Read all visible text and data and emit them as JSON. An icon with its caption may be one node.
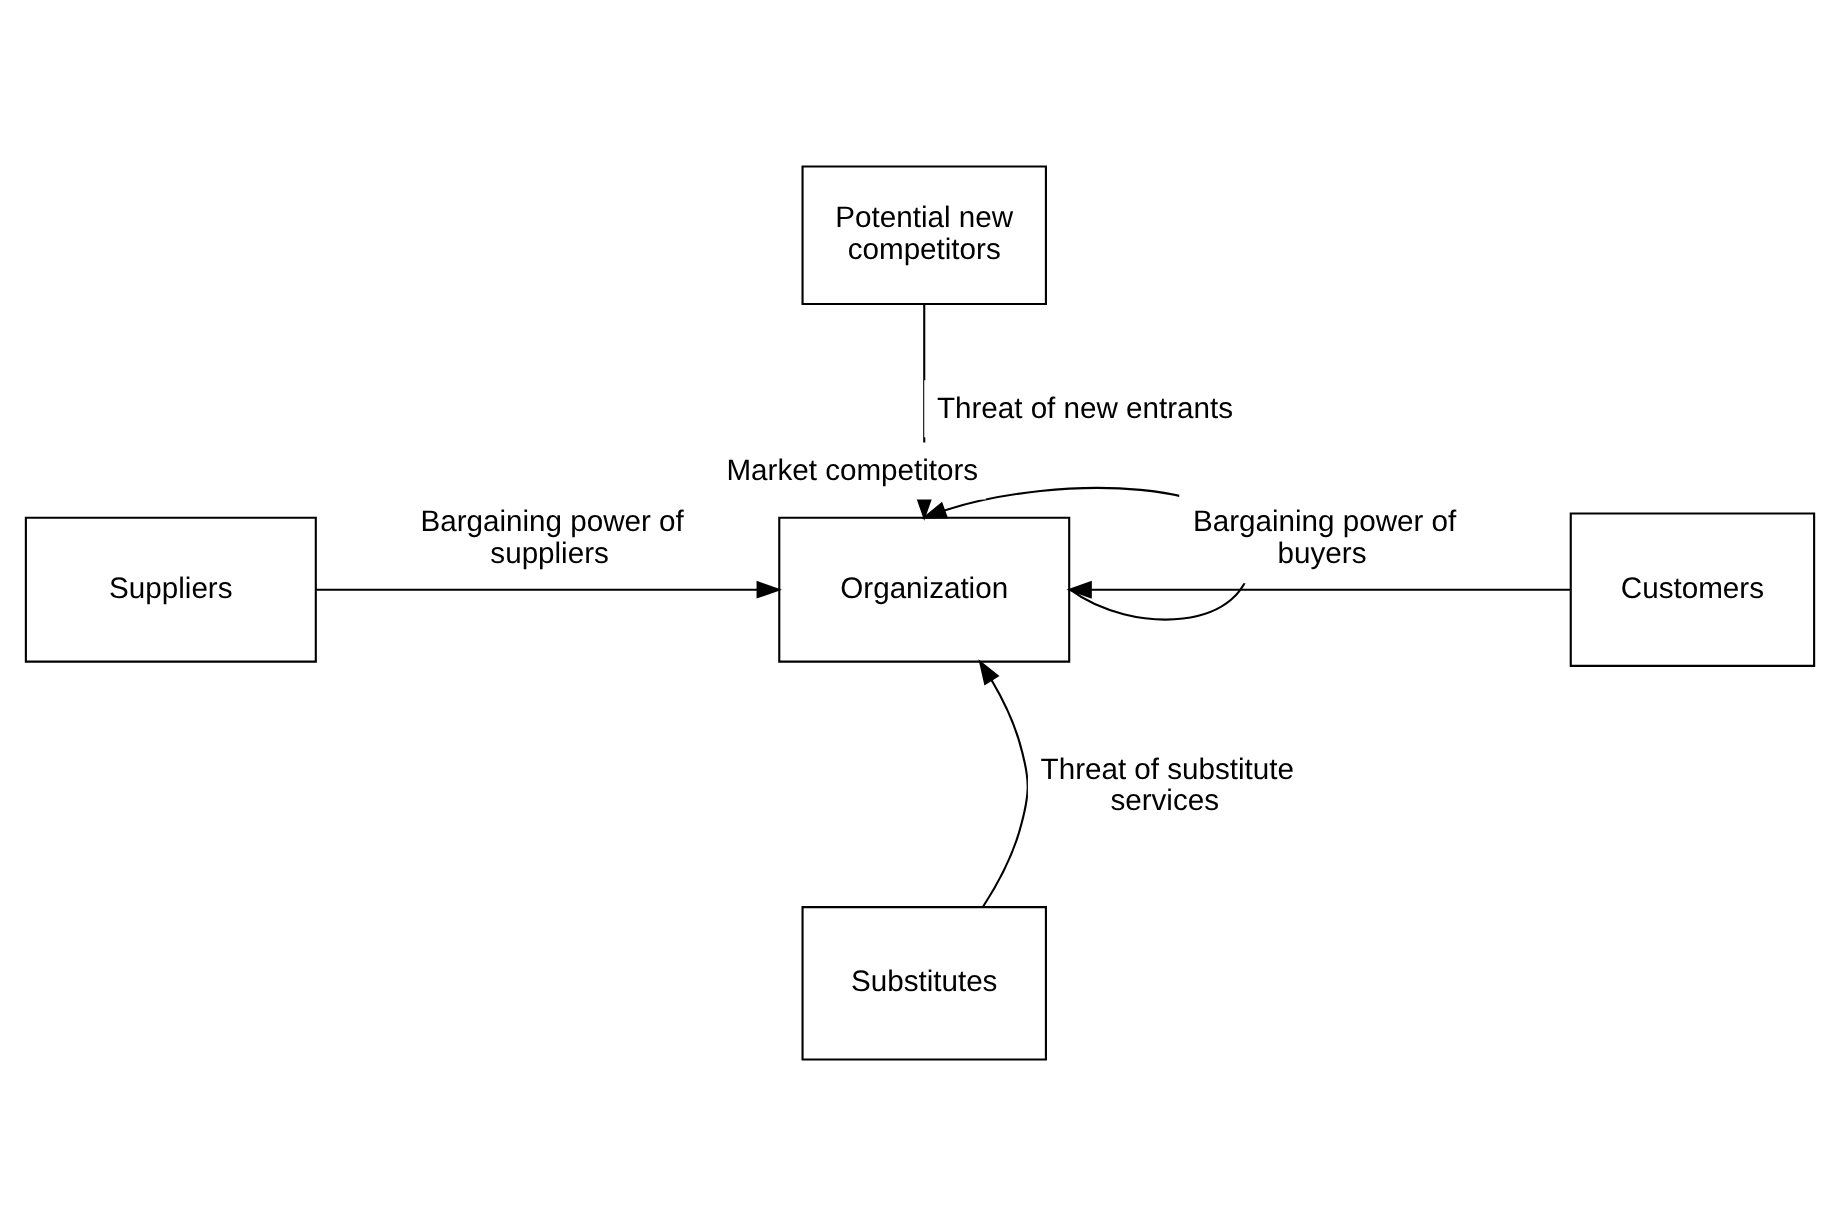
{
  "diagram": {
    "nodes": [
      {
        "text": [
          "Potential new competitors"
        ]
      },
      {
        "text": [
          "Suppliers"
        ]
      },
      {
        "text": [
          "Organization"
        ]
      },
      {
        "text": [
          "Customers"
        ]
      },
      {
        "text": [
          "Substitutes"
        ]
      }
    ],
    "edges": [
      {
        "from": 0,
        "to": 2,
        "arrow": "to",
        "label": "Threat of new entrants"
      },
      {
        "from": 2,
        "to": 2,
        "arrow": "to",
        "label": "Market competitors"
      },
      {
        "from": 1,
        "to": 2,
        "arrow": "to",
        "label": "Bargaining power of suppliers"
      },
      {
        "from": 3,
        "to": 2,
        "arrow": "to",
        "label": "Bargaining power of buyers"
      },
      {
        "from": 4,
        "to": 2,
        "arrow": "to",
        "label": "Threat of substitute services"
      }
    ]
  }
}
